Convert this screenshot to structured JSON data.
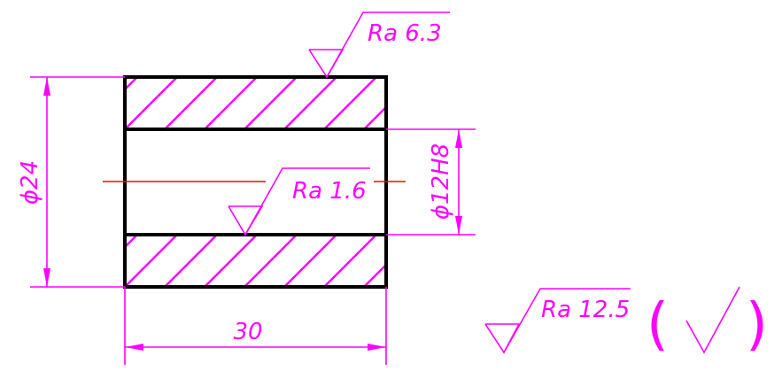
{
  "colors": {
    "dimension": "#ff00ff",
    "outline": "#000000",
    "centerline": "#ff0000",
    "background": "#ffffff"
  },
  "dimensions": {
    "outer_diameter": "ϕ24",
    "bore_diameter": "ϕ12H8",
    "length": "30"
  },
  "roughness": {
    "outer_surface": "Ra 6.3",
    "bore_surface": "Ra 1.6",
    "general": "Ra 12.5"
  },
  "general_note": {
    "open_paren": "(",
    "close_paren": ")"
  }
}
